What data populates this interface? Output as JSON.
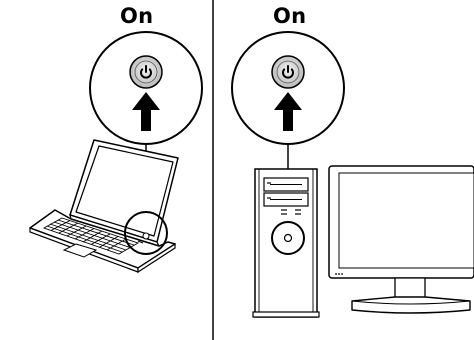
{
  "panels": [
    {
      "label": "On",
      "device": "laptop"
    },
    {
      "label": "On",
      "device": "desktop-tower-and-monitor"
    }
  ],
  "icons": [
    "power-icon",
    "arrow-up-icon"
  ],
  "colors": {
    "line": "#000000",
    "background": "#ffffff",
    "button_fill": "#d9d9d9"
  }
}
